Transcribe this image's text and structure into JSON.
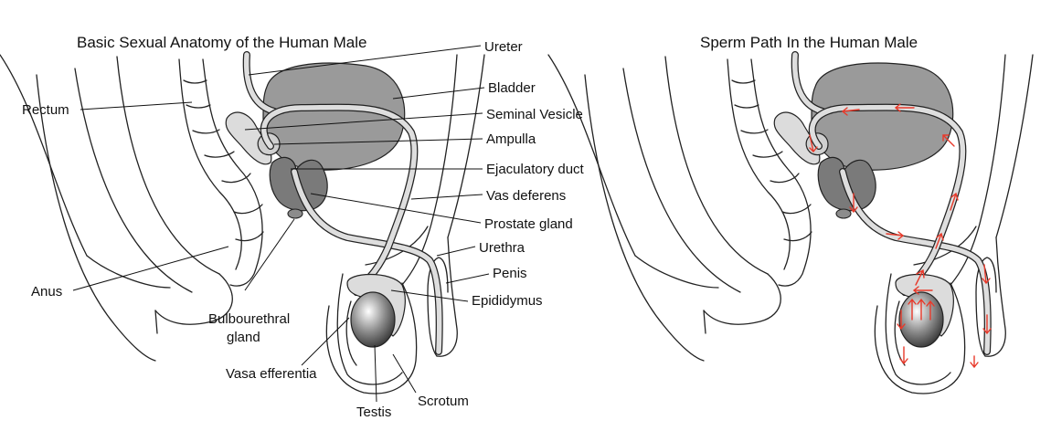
{
  "left_panel": {
    "title": "Basic Sexual Anatomy of the Human Male",
    "labels": {
      "ureter": "Ureter",
      "bladder": "Bladder",
      "rectum": "Rectum",
      "seminal_vesicle": "Seminal Vesicle",
      "ampulla": "Ampulla",
      "ejaculatory_duct": "Ejaculatory duct",
      "vas_deferens": "Vas deferens",
      "prostate_gland": "Prostate gland",
      "urethra": "Urethra",
      "penis": "Penis",
      "anus": "Anus",
      "epididymus": "Epididymus",
      "bulbourethral_line1": "Bulbourethral",
      "bulbourethral_line2": "gland",
      "vasa_efferentia": "Vasa efferentia",
      "testis": "Testis",
      "scrotum": "Scrotum"
    }
  },
  "right_panel": {
    "title": "Sperm Path In the Human Male"
  },
  "colors": {
    "organ_dark": "#9a9a9a",
    "organ_mid": "#bdbdbd",
    "organ_light": "#dcdcdc",
    "arrow": "#e8392a"
  }
}
